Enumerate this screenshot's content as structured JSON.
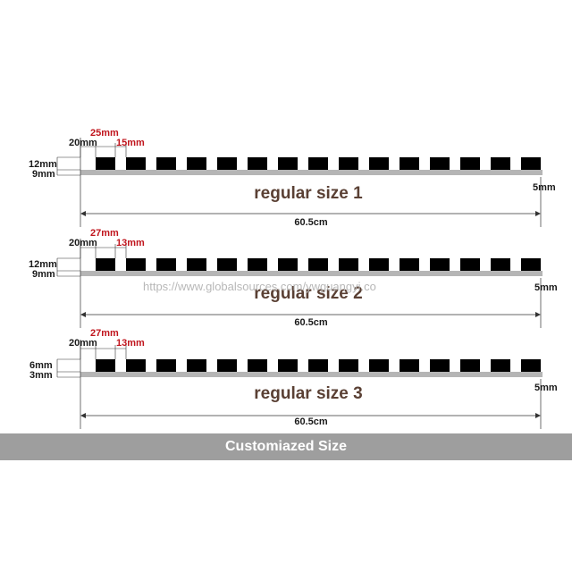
{
  "diagrams": [
    {
      "id": "size1",
      "title": "regular size 1",
      "tooth_height": "12mm",
      "base_height": "9mm",
      "gap_label": "20mm",
      "tooth_width": "25mm",
      "spacing": "15mm",
      "end_label": "5mm",
      "length": "60.5cm",
      "teeth": 15
    },
    {
      "id": "size2",
      "title": "regular size 2",
      "tooth_height": "12mm",
      "base_height": "9mm",
      "gap_label": "20mm",
      "tooth_width": "27mm",
      "spacing": "13mm",
      "end_label": "5mm",
      "length": "60.5cm",
      "teeth": 15
    },
    {
      "id": "size3",
      "title": "regular size 3",
      "tooth_height": "6mm",
      "base_height": "3mm",
      "gap_label": "20mm",
      "tooth_width": "27mm",
      "spacing": "13mm",
      "end_label": "5mm",
      "length": "60.5cm",
      "teeth": 15
    }
  ],
  "watermark": "https://www.globalsources.com/ywguangyi.co",
  "banner": "Customiazed Size",
  "colors": {
    "tooth": "#000000",
    "base": "#b5b5b5",
    "accent": "#c0141c",
    "title": "#5a4034",
    "banner": "#9e9e9e"
  }
}
